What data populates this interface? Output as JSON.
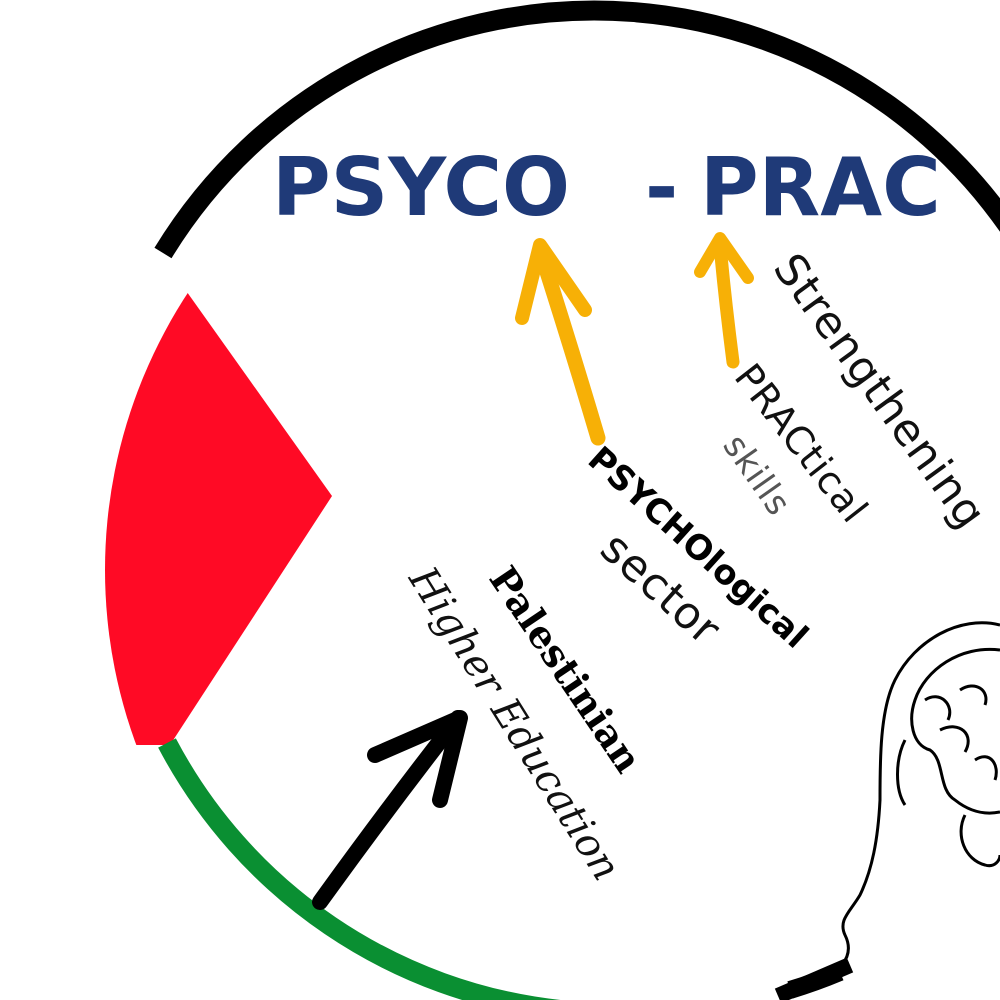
{
  "logo": {
    "title_left": "PSYCO",
    "title_dash": "-",
    "title_right": "PRAC",
    "words": {
      "strengthening": "Strengthening",
      "practical": "PRACtical",
      "skills": "skills",
      "psychological": "PSYCHOlogical",
      "sector": "sector",
      "palestinian": "Palestinian",
      "higher_education": "Higher Education"
    },
    "icons": {
      "flag_triangle": "flag-triangle",
      "brain_head": "brain-head-outline",
      "arrows": "arrow"
    }
  },
  "colors": {
    "title": "#1f3a78",
    "arrow_orange": "#f7b006",
    "arrow_black": "#000000",
    "flag_red": "#ff0a25",
    "flag_green": "#0a8f32",
    "ring_black": "#000000",
    "skills_text": "#555555"
  }
}
